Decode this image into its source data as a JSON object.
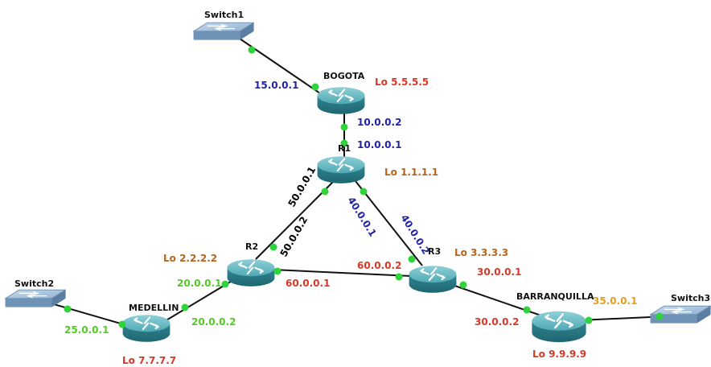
{
  "colors": {
    "blue": "#2323a8",
    "red": "#d43a2a",
    "orange": "#b5651d",
    "green": "#56c928",
    "gold": "#e0a020",
    "router_body": "#3f9aa6",
    "switch_body": "#7fa7c9",
    "port_dot": "#2ed43a"
  },
  "nodes": {
    "switch1": {
      "label": "Switch1",
      "icon": "switch-icon"
    },
    "bogota": {
      "label": "BOGOTA",
      "icon": "router-icon"
    },
    "r1": {
      "label": "R1",
      "icon": "router-icon"
    },
    "r2": {
      "label": "R2",
      "icon": "router-icon"
    },
    "r3": {
      "label": "R3",
      "icon": "router-icon"
    },
    "medellin": {
      "label": "MEDELLIN",
      "icon": "router-icon"
    },
    "barranquilla": {
      "label": "BARRANQUILLA",
      "icon": "router-icon"
    },
    "switch2": {
      "label": "Switch2",
      "icon": "switch-icon"
    },
    "switch3": {
      "label": "Switch3",
      "icon": "switch-icon"
    }
  },
  "labels": {
    "bogota_s1": "15.0.0.1",
    "bogota_lo": "Lo 5.5.5.5",
    "bogota_r1": "10.0.0.2",
    "r1_bogota": "10.0.0.1",
    "r1_lo": "Lo 1.1.1.1",
    "r1_r2": "50.0.0.1",
    "r1_r3": "40.0.0.1",
    "r2_r1": "50.0.0.2",
    "r3_r1": "40.0.0.2",
    "r2_lo": "Lo 2.2.2.2",
    "r3_lo": "Lo 3.3.3.3",
    "r3_r2": "60.0.0.2",
    "r2_r3": "60.0.0.1",
    "r2_med": "20.0.0.1",
    "med_r2": "20.0.0.2",
    "med_s2": "25.0.0.1",
    "med_lo": "Lo 7.7.7.7",
    "r3_barr": "30.0.0.1",
    "barr_r3": "30.0.0.2",
    "barr_s3": "35.0.0.1",
    "barr_lo": "Lo 9.9.9.9"
  }
}
